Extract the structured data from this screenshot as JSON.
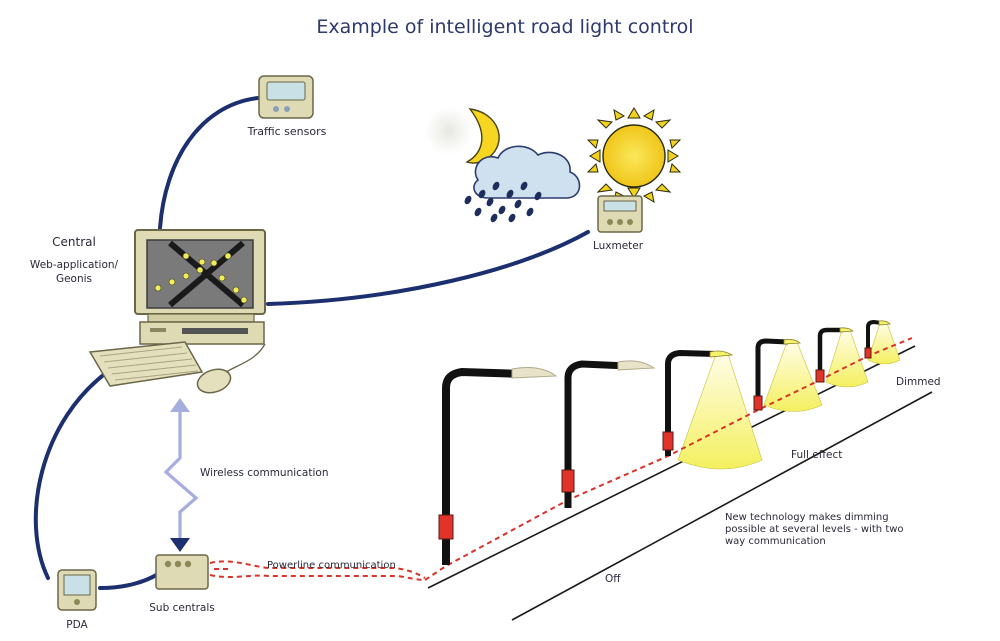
{
  "title": "Example of intelligent road light control",
  "labels": {
    "traffic_sensors": "Traffic sensors",
    "central": "Central",
    "web_application": "Web-application/",
    "geonis": "Geonis",
    "luxmeter": "Luxmeter",
    "wireless": "Wireless communication",
    "powerline": "Powerline communication",
    "sub_centrals": "Sub centrals",
    "pda": "PDA",
    "off": "Off",
    "full_effect": "Full effect",
    "dimmed": "Dimmed",
    "note_line1": "New technology makes dimming",
    "note_line2": "possible at several levels - with two",
    "note_line3": "way communication"
  },
  "colors": {
    "link_navy": "#1c2f6e",
    "device_beige": "#dedab4",
    "device_stroke": "#6b6648",
    "light_yellow": "#f6f36a",
    "pole_black": "#111111",
    "pole_band_red": "#e0342a",
    "powerline_red": "#d9332a",
    "wireless_lilac": "#a6aee0",
    "sun_yellow": "#f3d21c",
    "cloud_blue": "#cfe0ee",
    "rain_navy": "#1d2d5c"
  },
  "icons": [
    "monitor-icon",
    "keyboard-icon",
    "mouse-icon",
    "moon-icon",
    "sun-icon",
    "rain-cloud-icon",
    "street-lamp-icon"
  ]
}
